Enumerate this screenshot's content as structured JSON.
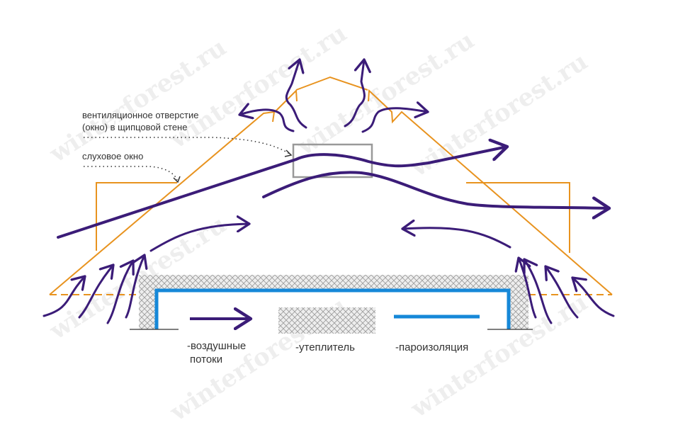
{
  "labels": {
    "gable_vent": [
      "вентиляционное отверстие",
      "(окно) в щипцовой стене"
    ],
    "dormer": "слуховое окно"
  },
  "legend": {
    "airflow": [
      "-воздушные",
      "потоки"
    ],
    "insulation": "-утеплитель",
    "vapor_barrier": "-пароизоляция"
  },
  "watermark": "winterforest.ru",
  "colors": {
    "roof": "#e8931f",
    "airflow": "#3b1c78",
    "vapor_barrier": "#1688d8",
    "vent_window": "#999999",
    "insulation_fill": "#d9d9d9",
    "base_line": "#333333"
  },
  "icons": [
    "arrowhead"
  ]
}
